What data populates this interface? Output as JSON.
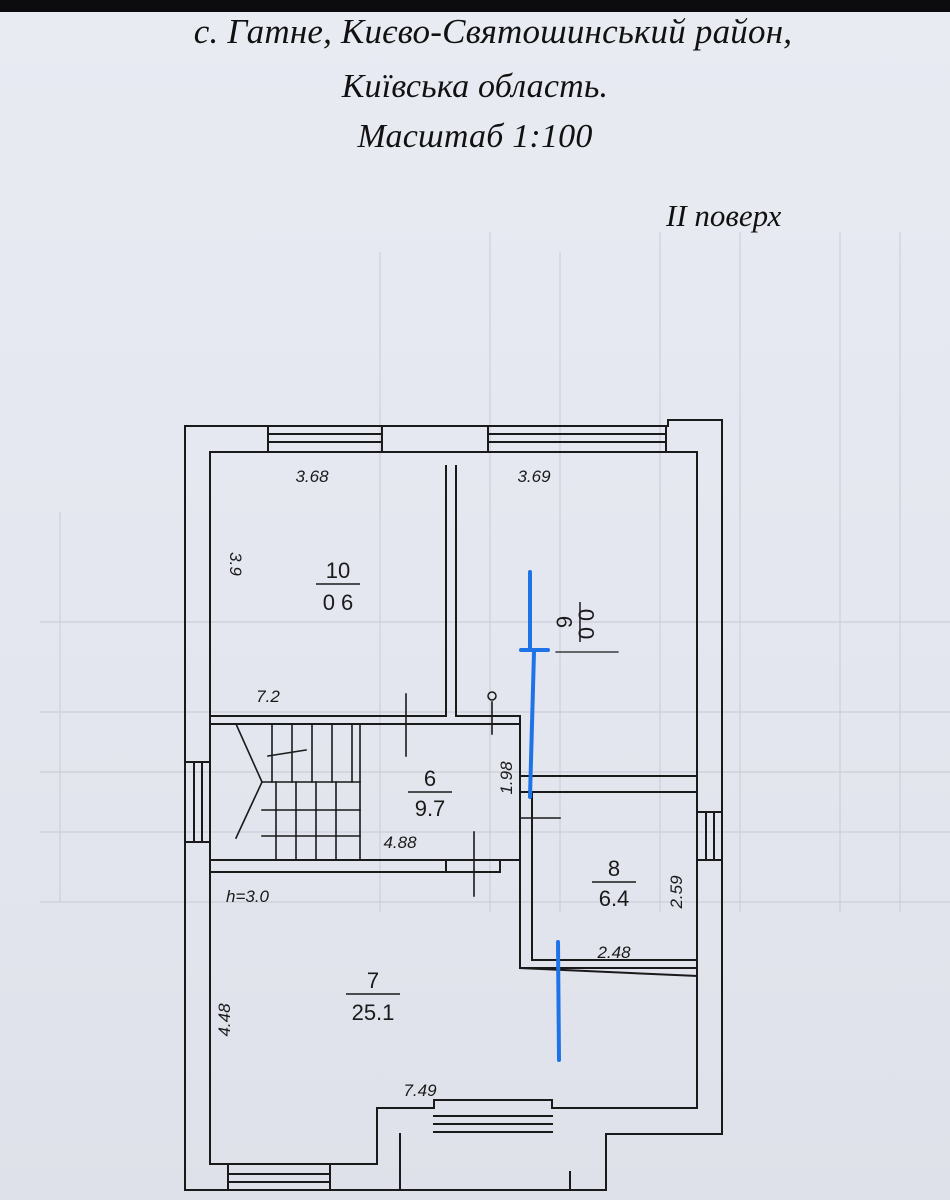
{
  "header": {
    "line1": "с. Гатне, Києво-Святошинський район,",
    "line2": "Київська область.",
    "line3": "Масштаб 1:100"
  },
  "floor_label": "II поверх",
  "rooms": {
    "r10": {
      "number": "10",
      "area": "0 6"
    },
    "r9": {
      "number": "9",
      "area": "0 0"
    },
    "r6": {
      "number": "6",
      "area": "9.7"
    },
    "r8": {
      "number": "8",
      "area": "6.4"
    },
    "r7": {
      "number": "7",
      "area": "25.1"
    }
  },
  "dims": {
    "d368": "3.68",
    "d369": "3.69",
    "d39": "3.9",
    "d72": "7.2",
    "d198": "1.98",
    "d488": "4.88",
    "d259": "2.59",
    "d248": "2.48",
    "d448": "4.48",
    "d749": "7.49"
  },
  "height_label": "h=3.0",
  "colors": {
    "ink": "#1a1a1a",
    "annotation": "#1e73e6",
    "paper": "#e6e8f1"
  }
}
